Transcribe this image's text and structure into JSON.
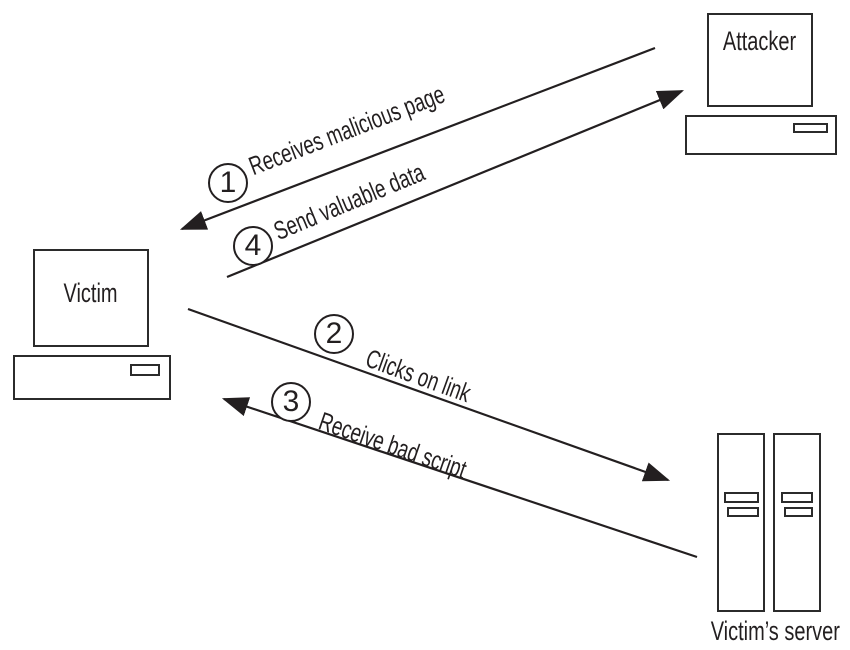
{
  "diagram": {
    "title_implied": "",
    "background": "#ffffff",
    "ink": "#231f20",
    "nodes": {
      "attacker": {
        "label": "Attacker",
        "type": "desktop-computer"
      },
      "victim": {
        "label": "Victim",
        "type": "desktop-computer"
      },
      "server": {
        "label": "Victim’s server",
        "type": "server-towers"
      }
    },
    "arrows": [
      {
        "number": "1",
        "label": "Receives malicious page",
        "from": "Attacker",
        "to": "Victim"
      },
      {
        "number": "2",
        "label": "Clicks on link",
        "from": "Victim",
        "to": "Victim’s server"
      },
      {
        "number": "3",
        "label": "Receive bad script",
        "from": "Victim’s server",
        "to": "Victim"
      },
      {
        "number": "4",
        "label": "Send valuable data",
        "from": "Victim",
        "to": "Attacker"
      }
    ]
  }
}
